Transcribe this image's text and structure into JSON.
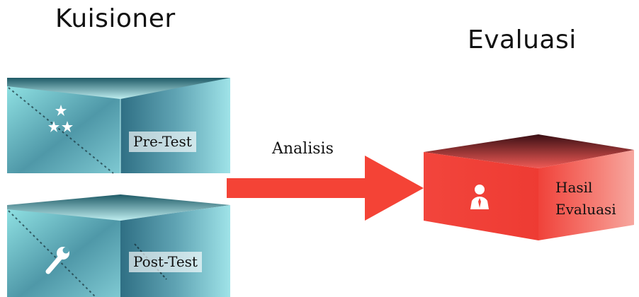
{
  "headings": {
    "kuisioner": "Kuisioner",
    "evaluasi": "Evaluasi"
  },
  "boxes": {
    "pre_test": {
      "label": "Pre-Test",
      "icon": "stars-icon",
      "color": "#7fd3d6"
    },
    "post_test": {
      "label": "Post-Test",
      "icon": "wrench-icon",
      "color": "#7fd3d6"
    },
    "hasil": {
      "label_line1": "Hasil",
      "label_line2": "Evaluasi",
      "icon": "person-icon",
      "color": "#f23e36"
    }
  },
  "arrow": {
    "label": "Analisis",
    "color": "#f44336"
  }
}
